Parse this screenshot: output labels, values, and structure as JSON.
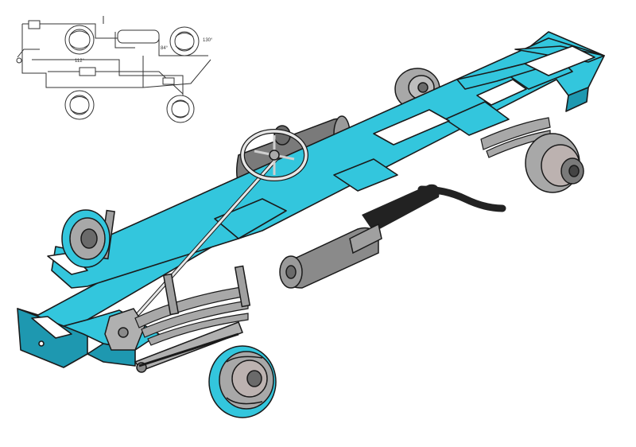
{
  "inset": {
    "labels": {
      "angle_a": "84°",
      "angle_b": "130°",
      "angle_c": "112°"
    }
  },
  "colors": {
    "frame": "#33c6dd",
    "frame_shadow": "#1e98b0",
    "outline": "#1a1a1a",
    "metal": "#a8a8a8",
    "metal_dark": "#6a6a6a",
    "hub": "#b3aaa8",
    "exhaust": "#222222",
    "background": "#ffffff"
  }
}
